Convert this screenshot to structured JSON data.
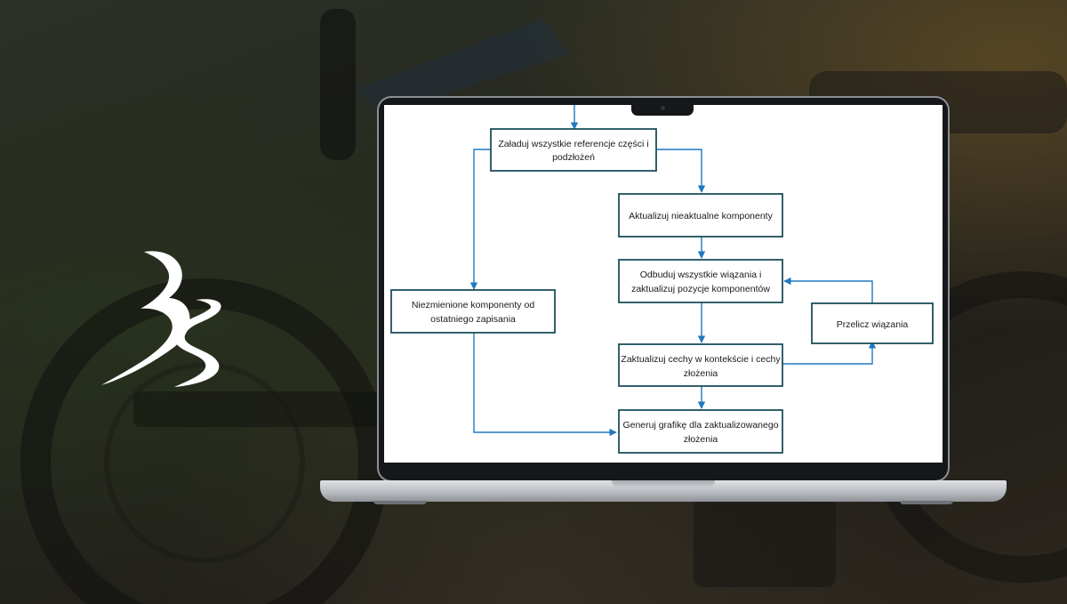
{
  "diagram": {
    "nodes": [
      {
        "id": "load",
        "line1": "Załaduj wszystkie referencje części i",
        "line2": "podzłożeń"
      },
      {
        "id": "update_outdated",
        "line1": "Aktualizuj nieaktualne komponenty",
        "line2": ""
      },
      {
        "id": "rebuild",
        "line1": "Odbuduj wszystkie wiązania i",
        "line2": "zaktualizuj pozycje komponentów"
      },
      {
        "id": "unchanged",
        "line1": "Niezmienione komponenty od",
        "line2": "ostatniego zapisania"
      },
      {
        "id": "recalc",
        "line1": "Przelicz wiązania",
        "line2": ""
      },
      {
        "id": "update_features",
        "line1": "Zaktualizuj cechy w kontekście i cechy",
        "line2": "złożenia"
      },
      {
        "id": "generate",
        "line1": "Generuj grafikę dla zaktualizowanego",
        "line2": "złożenia"
      }
    ],
    "colors": {
      "arrow": "#1f78c1",
      "box_border": "#1d4f5c",
      "box_fill": "#ffffff"
    }
  },
  "brand": {
    "logo_icon": "3ds-logo-icon"
  }
}
